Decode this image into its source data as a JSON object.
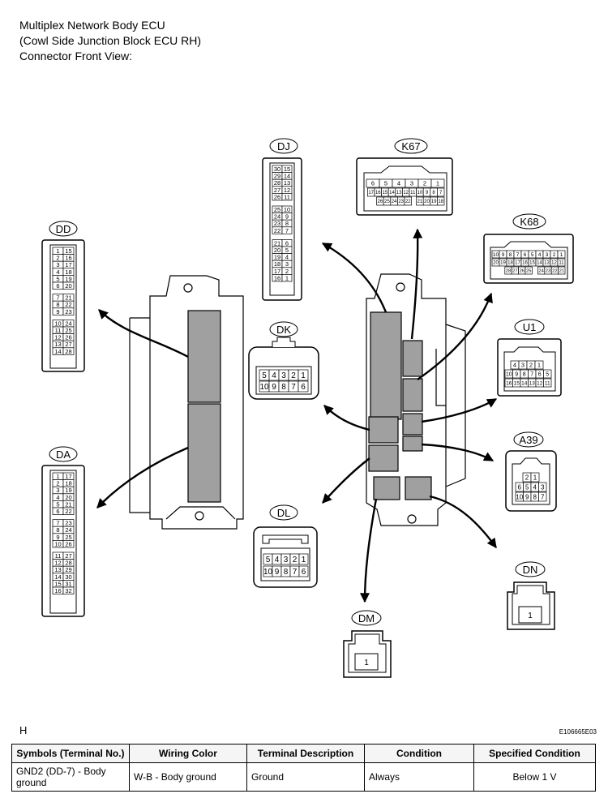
{
  "title": {
    "line1": "Multiplex Network Body ECU",
    "line2": "(Cowl Side Junction Block ECU RH)",
    "line3": "Connector Front View:"
  },
  "figure_id": "H",
  "image_code": "E106665E03",
  "connectors": {
    "DJ": {
      "label": "DJ",
      "rows": [
        [
          "30",
          "15"
        ],
        [
          "29",
          "14"
        ],
        [
          "28",
          "13"
        ],
        [
          "27",
          "12"
        ],
        [
          "26",
          "11"
        ],
        [],
        [
          "25",
          "10"
        ],
        [
          "24",
          "9"
        ],
        [
          "23",
          "8"
        ],
        [
          "22",
          "7"
        ],
        [],
        [
          "21",
          "6"
        ],
        [
          "20",
          "5"
        ],
        [
          "19",
          "4"
        ],
        [
          "18",
          "3"
        ],
        [
          "17",
          "2"
        ],
        [
          "16",
          "1"
        ]
      ]
    },
    "DD": {
      "label": "DD",
      "rows": [
        [
          "1",
          "15"
        ],
        [
          "2",
          "16"
        ],
        [
          "3",
          "17"
        ],
        [
          "4",
          "18"
        ],
        [
          "5",
          "19"
        ],
        [
          "6",
          "20"
        ],
        [],
        [
          "7",
          "21"
        ],
        [
          "8",
          "22"
        ],
        [
          "9",
          "23"
        ],
        [],
        [
          "10",
          "24"
        ],
        [
          "11",
          "25"
        ],
        [
          "12",
          "26"
        ],
        [
          "13",
          "27"
        ],
        [
          "14",
          "28"
        ]
      ]
    },
    "DA": {
      "label": "DA",
      "rows": [
        [
          "1",
          "17"
        ],
        [
          "2",
          "18"
        ],
        [
          "3",
          "19"
        ],
        [
          "4",
          "20"
        ],
        [
          "5",
          "21"
        ],
        [
          "6",
          "22"
        ],
        [],
        [
          "7",
          "23"
        ],
        [
          "8",
          "24"
        ],
        [
          "9",
          "25"
        ],
        [
          "10",
          "26"
        ],
        [],
        [
          "11",
          "27"
        ],
        [
          "12",
          "28"
        ],
        [
          "13",
          "29"
        ],
        [
          "14",
          "30"
        ],
        [
          "15",
          "31"
        ],
        [
          "16",
          "32"
        ]
      ]
    },
    "K67": {
      "label": "K67",
      "top": [
        "6",
        "5",
        "4",
        "3",
        "2",
        "1"
      ],
      "mid": [
        "17",
        "16",
        "15",
        "14",
        "13",
        "12",
        "11",
        "10",
        "9",
        "8",
        "7"
      ],
      "bot": [
        "26",
        "25",
        "24",
        "23",
        "22",
        "21",
        "20",
        "19",
        "18"
      ]
    },
    "K68": {
      "label": "K68",
      "top": [
        "10",
        "9",
        "8",
        "7",
        "6",
        "5",
        "4",
        "3",
        "2",
        "1"
      ],
      "mid": [
        "20",
        "19",
        "18",
        "17",
        "16",
        "15",
        "14",
        "13",
        "12",
        "11"
      ],
      "bot": [
        "28",
        "27",
        "26",
        "25",
        "24",
        "23",
        "22",
        "21"
      ]
    },
    "U1": {
      "label": "U1",
      "top": [
        "4",
        "3",
        "2",
        "1"
      ],
      "mid": [
        "10",
        "9",
        "8",
        "7",
        "6",
        "5"
      ],
      "bot": [
        "16",
        "15",
        "14",
        "13",
        "12",
        "11"
      ]
    },
    "DK": {
      "label": "DK",
      "top": [
        "5",
        "4",
        "3",
        "2",
        "1"
      ],
      "bot": [
        "10",
        "9",
        "8",
        "7",
        "6"
      ]
    },
    "A39": {
      "label": "A39",
      "top": [
        "2",
        "1"
      ],
      "mid": [
        "6",
        "5",
        "4",
        "3"
      ],
      "bot": [
        "10",
        "9",
        "8",
        "7"
      ]
    },
    "DL": {
      "label": "DL",
      "top": [
        "5",
        "4",
        "3",
        "2",
        "1"
      ],
      "bot": [
        "10",
        "9",
        "8",
        "7",
        "6"
      ]
    },
    "DN": {
      "label": "DN",
      "pin": "1"
    },
    "DM": {
      "label": "DM",
      "pin": "1"
    }
  },
  "table": {
    "headers": [
      "Symbols (Terminal No.)",
      "Wiring Color",
      "Terminal Description",
      "Condition",
      "Specified Condition"
    ],
    "rows": [
      [
        "GND2 (DD-7) - Body ground",
        "W-B - Body ground",
        "Ground",
        "Always",
        "Below 1 V"
      ]
    ]
  }
}
